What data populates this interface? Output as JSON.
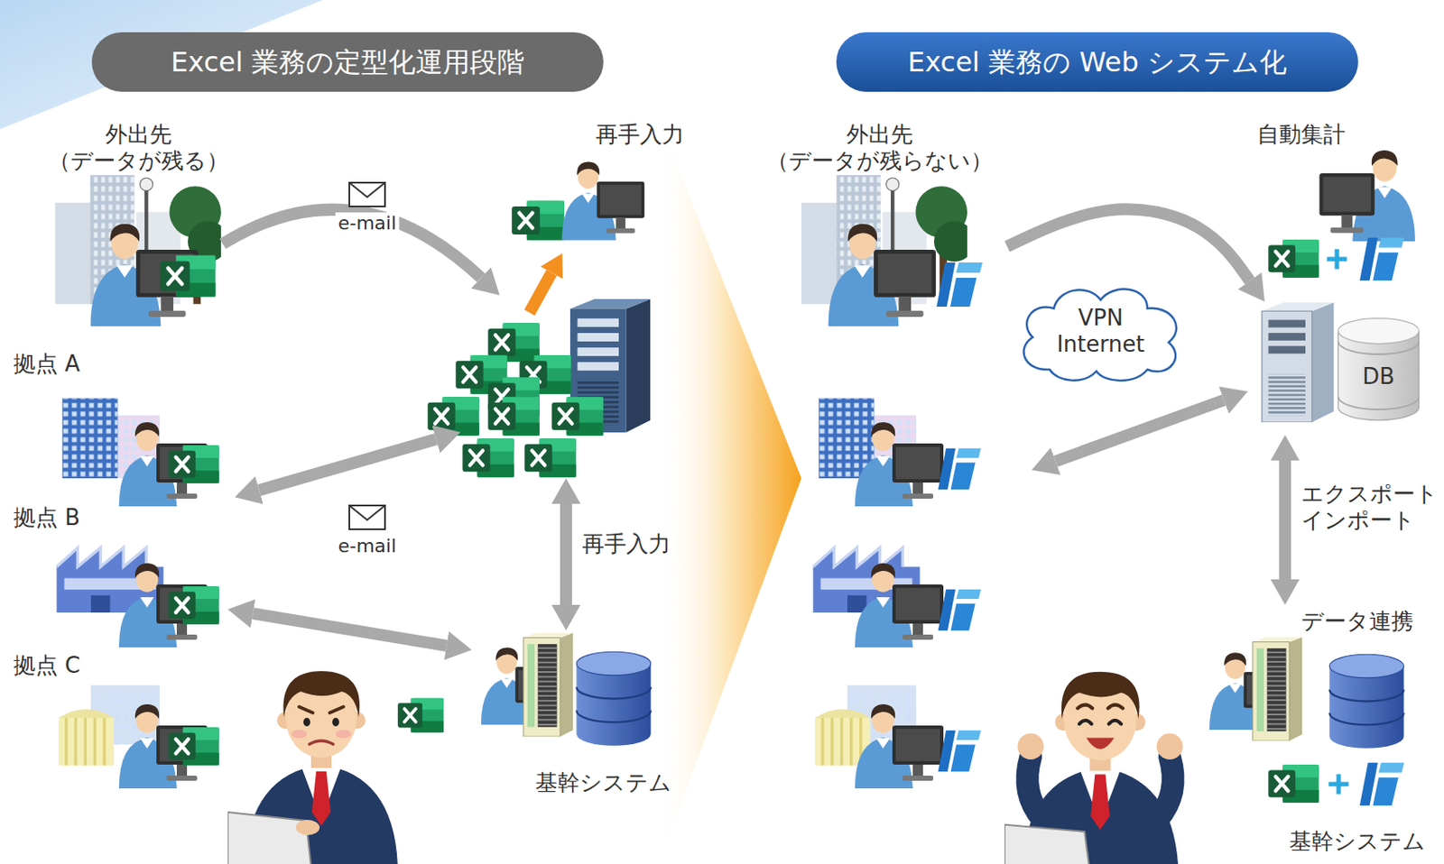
{
  "diagram": {
    "nodes": [
      {
        "text": [
          "Excel 業務の定型化運用段階"
        ]
      },
      {
        "text": [
          "Excel 業務の Web システム化"
        ]
      },
      {
        "text": [
          "外出先 （データが残る）"
        ]
      },
      {
        "text": [
          "再手入力"
        ]
      },
      {
        "text": [
          "拠点 A"
        ]
      },
      {
        "text": [
          "拠点 B"
        ]
      },
      {
        "text": [
          "拠点 C"
        ]
      },
      {
        "text": [
          "基幹システム"
        ]
      },
      {
        "text": [
          "外出先 （データが残らない）"
        ]
      },
      {
        "text": [
          "自動集計"
        ]
      },
      {
        "text": [
          "VPN Internet"
        ]
      },
      {
        "text": [
          "DB"
        ]
      },
      {
        "text": [
          "データ連携",
          "基幹システム"
        ]
      }
    ],
    "edges": [
      {
        "from": 5,
        "to": 7,
        "arrow": "both"
      },
      {
        "from": 8,
        "to": 11,
        "arrow": "to"
      },
      {
        "from": 11,
        "to": 12,
        "arrow": "both",
        "label": "エクスポート インポート"
      }
    ],
    "labels": [
      "e-mail",
      "e-mail",
      "再手入力"
    ]
  }
}
